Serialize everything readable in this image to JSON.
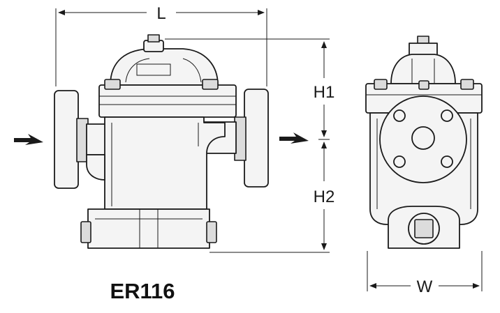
{
  "labels": {
    "length": "L",
    "height_top": "H1",
    "height_bottom": "H2",
    "width": "W",
    "model": "ER116"
  }
}
